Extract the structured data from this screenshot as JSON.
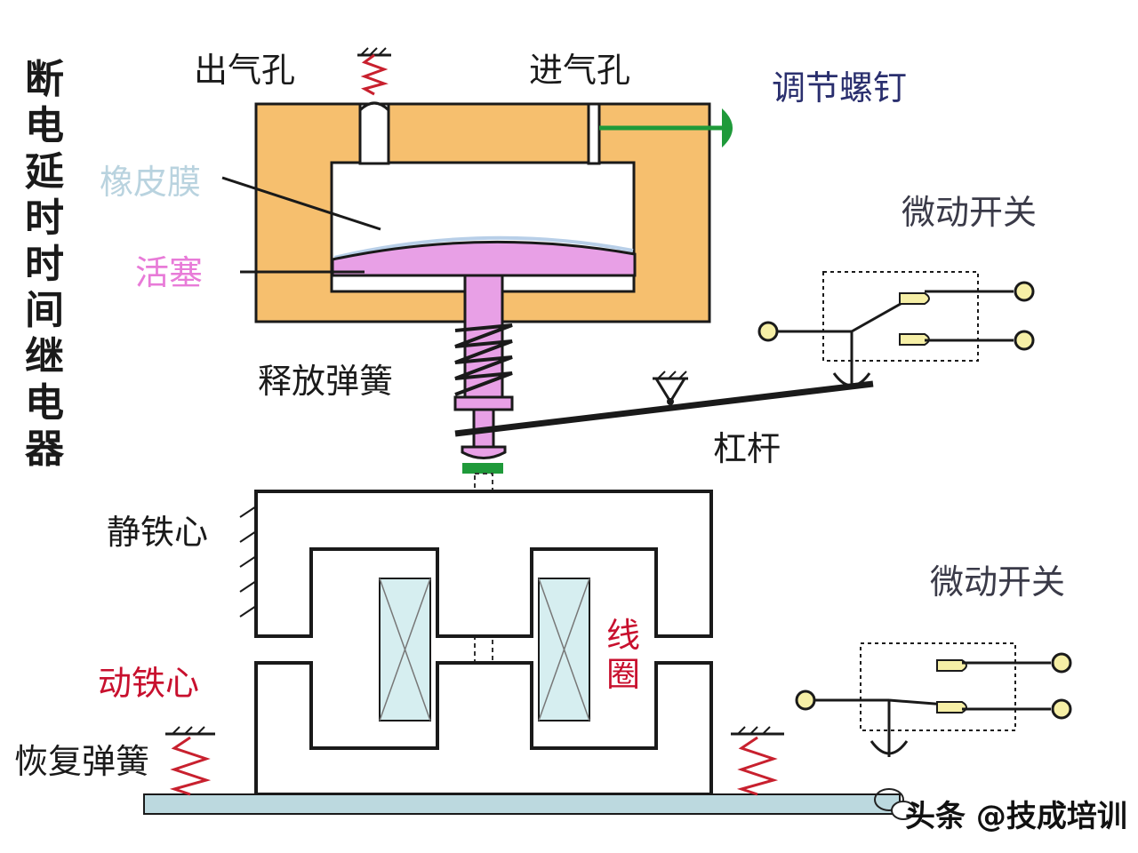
{
  "labels": {
    "title_vertical": "断电延时时间继电器",
    "air_outlet": "出气孔",
    "air_inlet": "进气孔",
    "adjust_screw": "调节螺钉",
    "rubber_membrane": "橡皮膜",
    "piston": "活塞",
    "micro_switch_top": "微动开关",
    "release_spring": "释放弹簧",
    "lever": "杠杆",
    "static_core": "静铁心",
    "micro_switch_bottom": "微动开关",
    "coil": "线圈",
    "moving_core": "动铁心",
    "return_spring": "恢复弹簧"
  },
  "watermark": "头条 @技成培训",
  "colors": {
    "air_chamber": "#f6bf6e",
    "piston": "#e8a0e6",
    "membrane": "#b8cfe8",
    "adjust_screw": "#1f9a3a",
    "coil_fill": "#d6eef0",
    "base_plate": "#bcd9df",
    "terminal": "#f6efa6",
    "label_navy": "#2a2f6e",
    "label_pink": "#e87bd8",
    "label_pale": "#b9d3df",
    "label_red": "#c8102e"
  },
  "icons": [
    "spring-icon",
    "pivot-icon",
    "ground-hatch-icon",
    "wechat-icon"
  ]
}
